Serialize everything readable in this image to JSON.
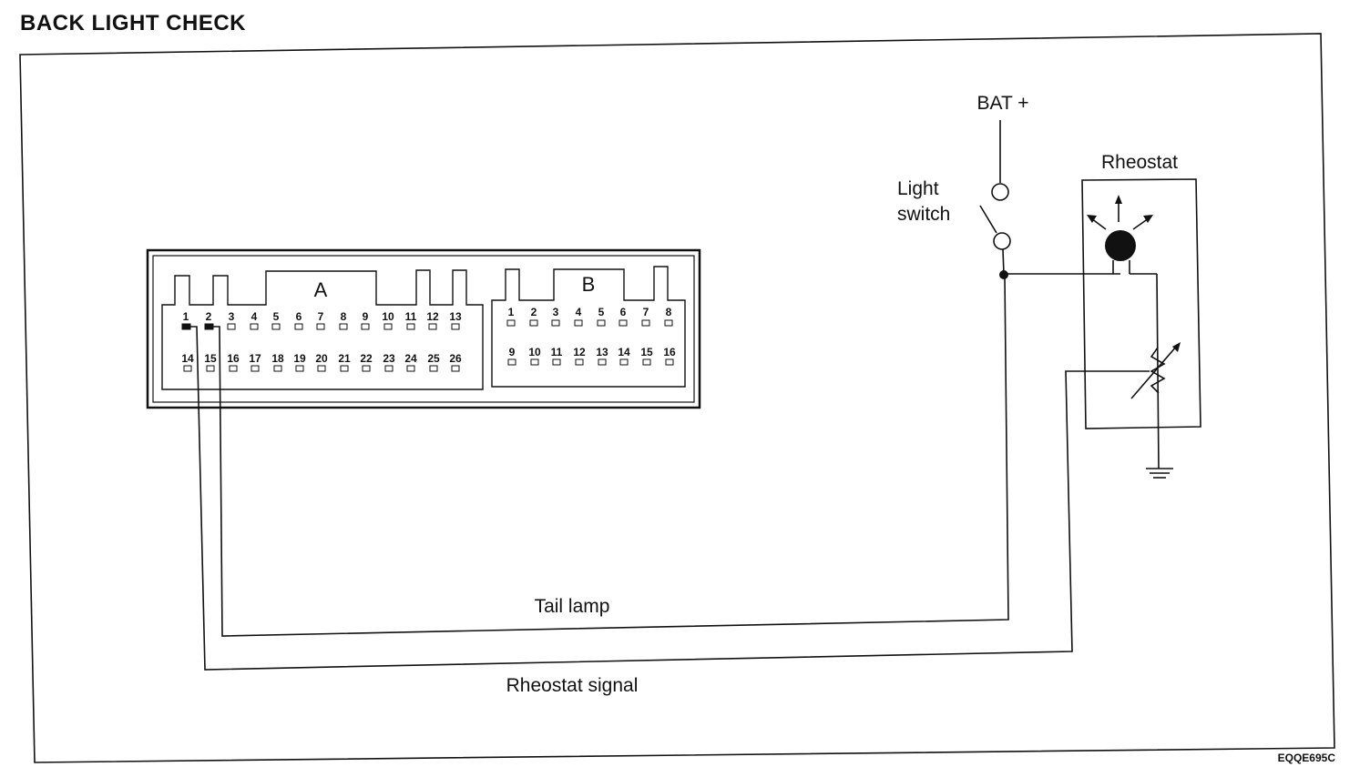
{
  "title": "BACK LIGHT CHECK",
  "reference_code": "EQQE695C",
  "connector_a": {
    "label": "A",
    "top_row": [
      "1",
      "2",
      "3",
      "4",
      "5",
      "6",
      "7",
      "8",
      "9",
      "10",
      "11",
      "12",
      "13"
    ],
    "bottom_row": [
      "14",
      "15",
      "16",
      "17",
      "18",
      "19",
      "20",
      "21",
      "22",
      "23",
      "24",
      "25",
      "26"
    ],
    "used_pins": [
      "1",
      "2"
    ]
  },
  "connector_b": {
    "label": "B",
    "top_row": [
      "1",
      "2",
      "3",
      "4",
      "5",
      "6",
      "7",
      "8"
    ],
    "bottom_row": [
      "9",
      "10",
      "11",
      "12",
      "13",
      "14",
      "15",
      "16"
    ]
  },
  "labels": {
    "battery": "BAT +",
    "light_switch_line1": "Light",
    "light_switch_line2": "switch",
    "rheostat": "Rheostat",
    "tail_lamp": "Tail lamp",
    "rheostat_signal": "Rheostat signal"
  }
}
